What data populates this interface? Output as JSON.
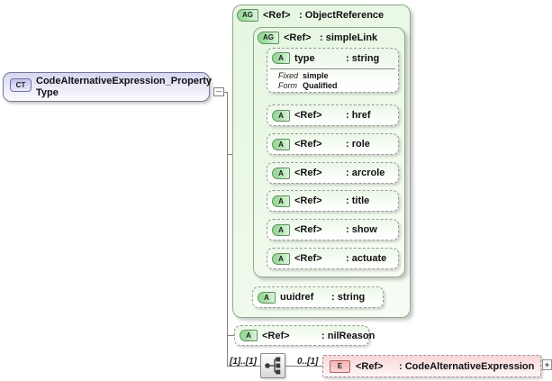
{
  "root": {
    "badge": "CT",
    "title": "CodeAlternativeExpression_PropertyType"
  },
  "groups": {
    "object_reference": {
      "badge": "AG",
      "ref": "<Ref>",
      "type": ": ObjectReference"
    },
    "simple_link": {
      "badge": "AG",
      "ref": "<Ref>",
      "type": ": simpleLink"
    }
  },
  "attributes": {
    "type": {
      "badge": "A",
      "name": "type",
      "type": ": string",
      "facets": {
        "fixed_label": "Fixed",
        "fixed_value": "simple",
        "form_label": "Form",
        "form_value": "Qualified"
      }
    },
    "href": {
      "badge": "A",
      "name": "<Ref>",
      "type": ": href"
    },
    "role": {
      "badge": "A",
      "name": "<Ref>",
      "type": ": role"
    },
    "arcrole": {
      "badge": "A",
      "name": "<Ref>",
      "type": ": arcrole"
    },
    "title": {
      "badge": "A",
      "name": "<Ref>",
      "type": ": title"
    },
    "show": {
      "badge": "A",
      "name": "<Ref>",
      "type": ": show"
    },
    "actuate": {
      "badge": "A",
      "name": "<Ref>",
      "type": ": actuate"
    },
    "uuidref": {
      "badge": "A",
      "name": "uuidref",
      "type": ": string"
    },
    "nilreason": {
      "badge": "A",
      "name": "<Ref>",
      "type": ": nilReason"
    }
  },
  "content_model": {
    "cardinality_left": "[1]..[1]",
    "cardinality_right": "0..[1]",
    "element": {
      "badge": "E",
      "name": "<Ref>",
      "type": ": CodeAlternativeExpression"
    },
    "expand_label": "+"
  },
  "colors": {
    "complextype_fill": "#d6d6f1",
    "group_fill": "#e4f6e0",
    "badge_green": "#9bda9b",
    "element_fill": "#f8d6d6",
    "connector": "#7f7f7f"
  }
}
